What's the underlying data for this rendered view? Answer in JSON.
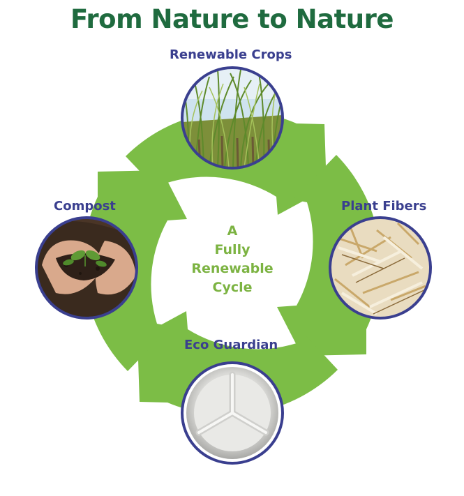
{
  "title": "From Nature to Nature",
  "center": {
    "lines": [
      "A",
      "Fully",
      "Renewable",
      "Cycle"
    ]
  },
  "stages": [
    {
      "label": "Renewable Crops",
      "image": "sugarcane-crops-image"
    },
    {
      "label": "Plant Fibers",
      "image": "plant-fibers-image"
    },
    {
      "label": "Eco Guardian",
      "image": "eco-guardian-plate-image"
    },
    {
      "label": "Compost",
      "image": "compost-hands-image"
    }
  ],
  "colors": {
    "title": "#1f6b3f",
    "label": "#3a3f8f",
    "arrow": "#7cbd46",
    "center_text": "#7cb342",
    "photo_border": "#3a3f8f"
  }
}
